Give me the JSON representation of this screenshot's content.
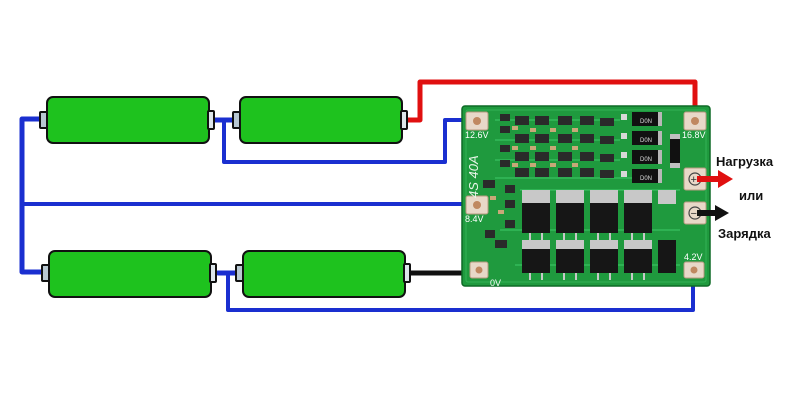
{
  "board": {
    "model_text": "4S 40A",
    "pad_labels": {
      "top_left": "12.6V",
      "top_right": "16.8V",
      "mid_left": "8.4V",
      "bottom_left": "0V",
      "bottom_right": "4.2V"
    },
    "terminal_plus": "+",
    "terminal_minus": "−",
    "chip_marking": "D0N"
  },
  "outputs": {
    "load_label": "Нагрузка",
    "or_label": "или",
    "charge_label": "Зарядка"
  },
  "colors": {
    "battery": "#1ec21e",
    "board": "#1f9a3e",
    "wire_blue": "#1a2fd0",
    "wire_red": "#e01010",
    "wire_black": "#111111"
  }
}
